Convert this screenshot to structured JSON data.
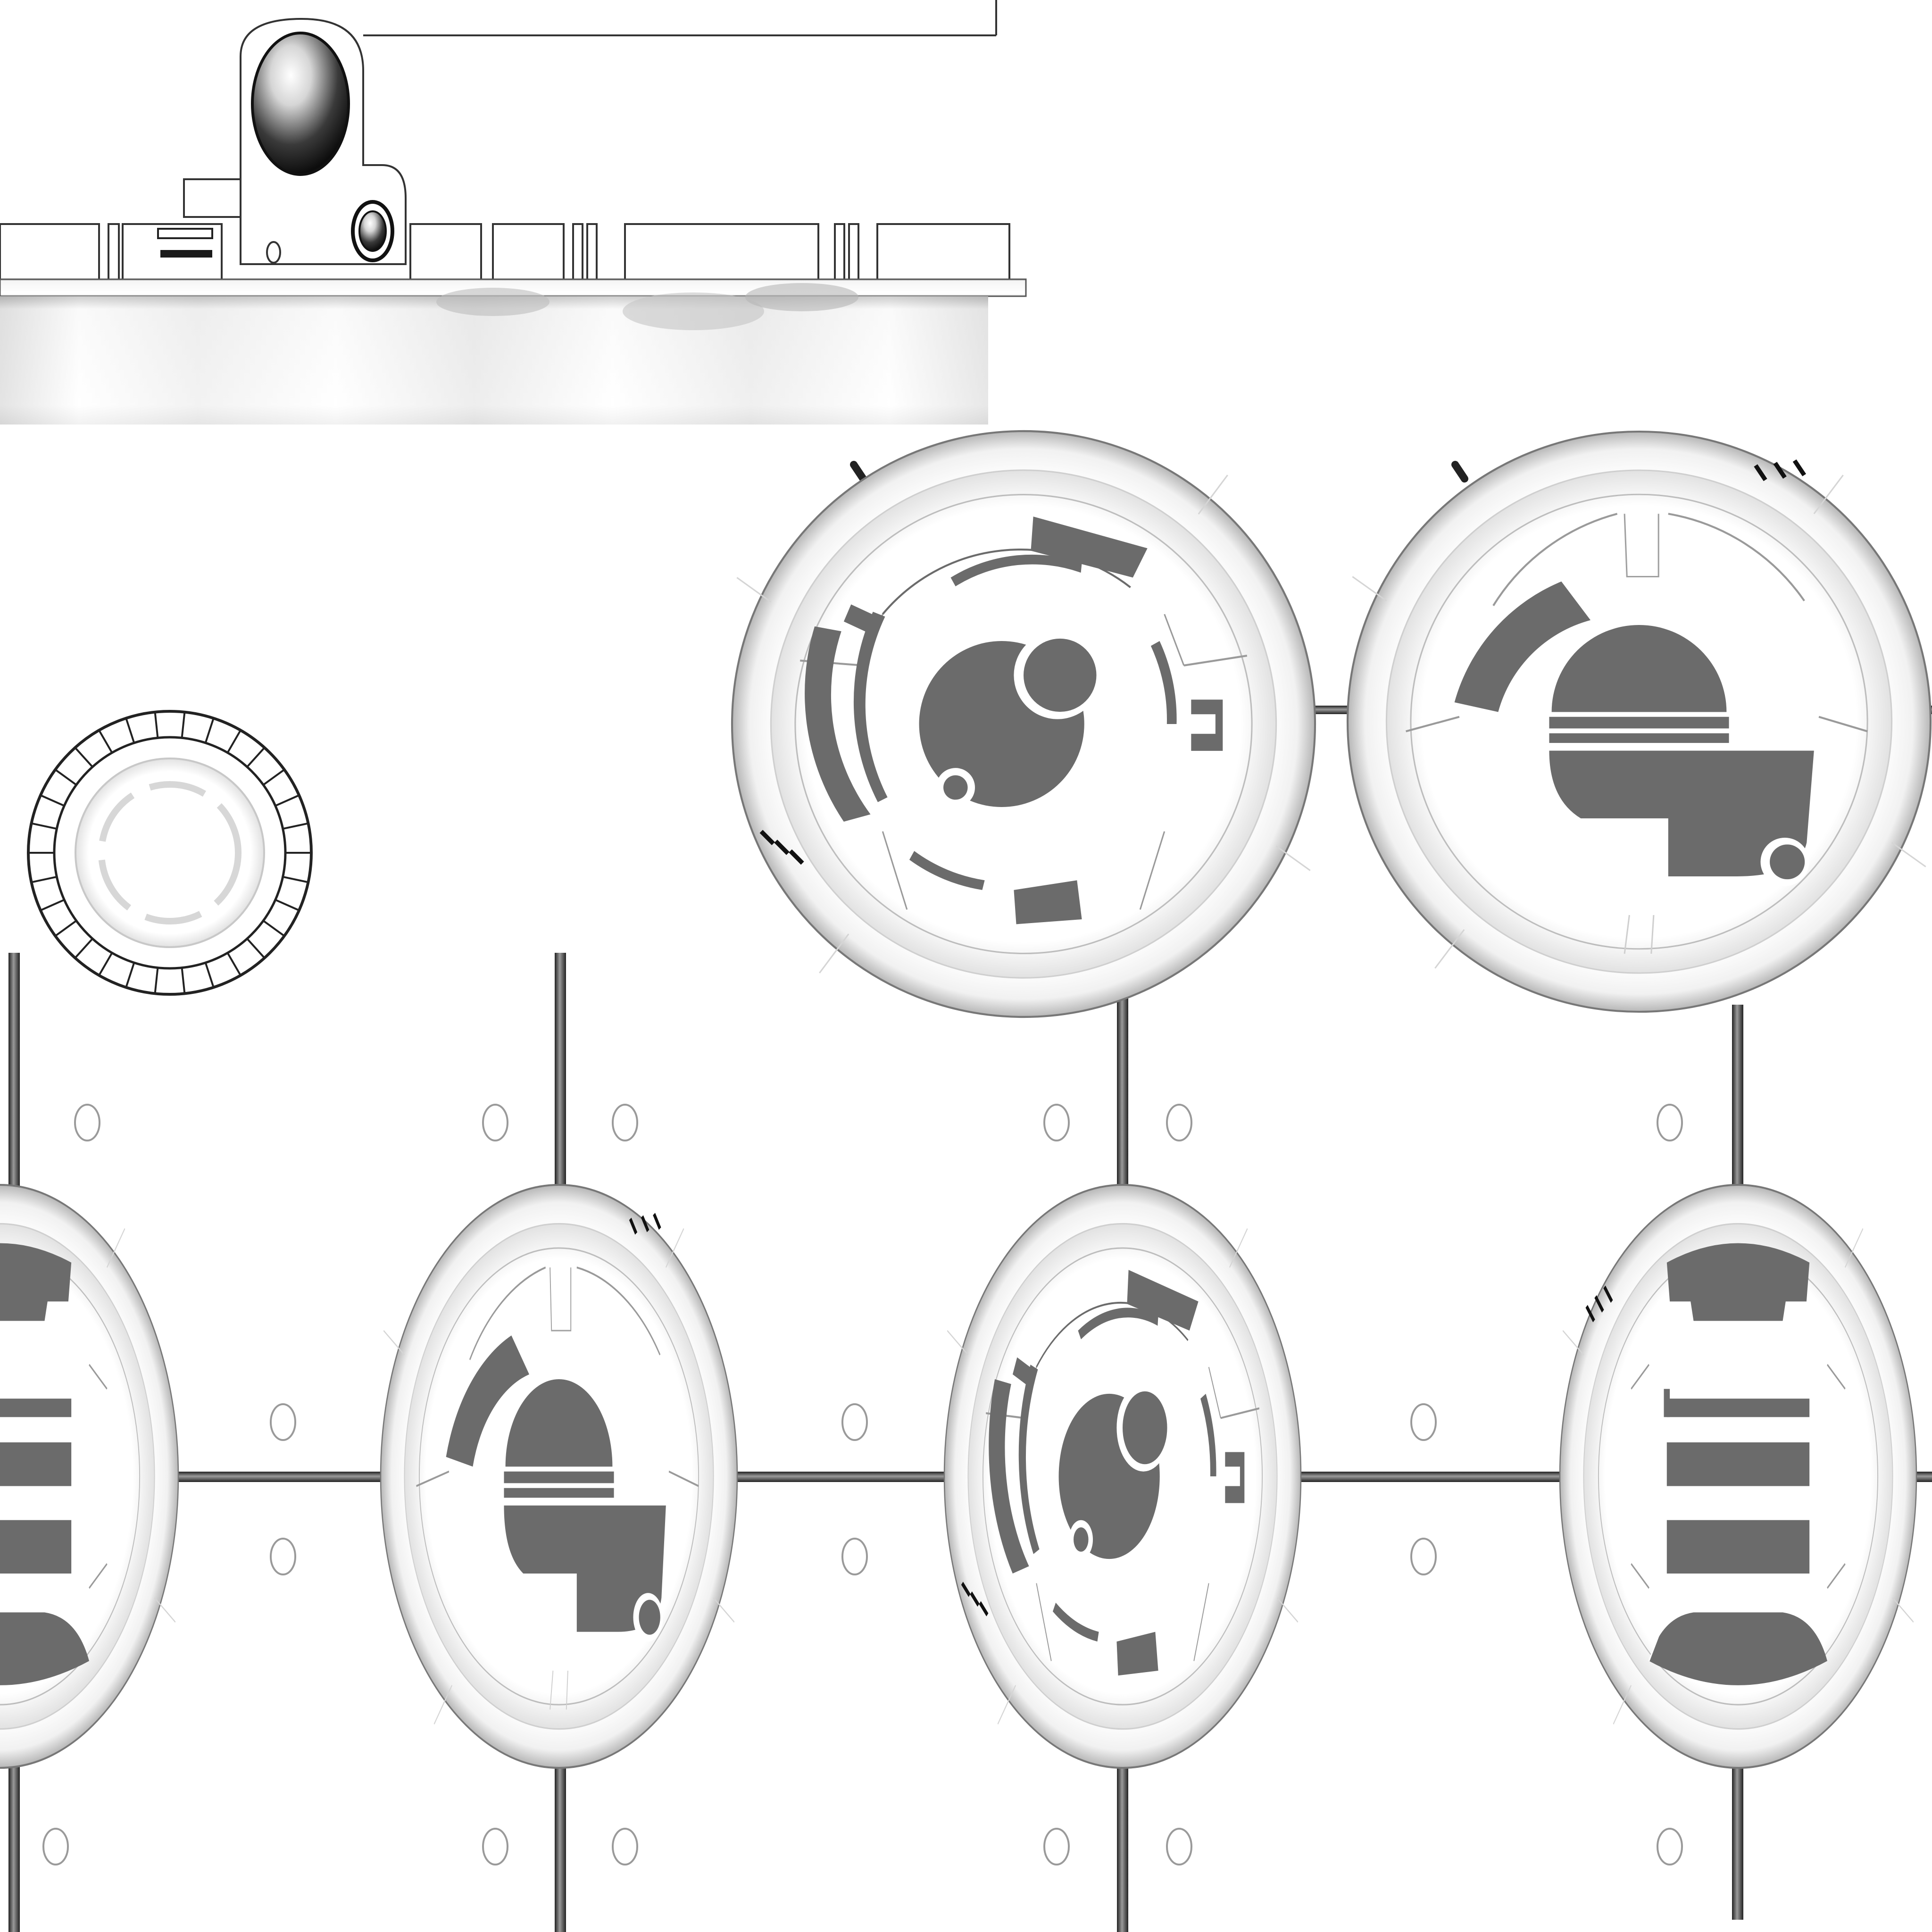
{
  "texture": {
    "background": "#ffffff",
    "outline": "#111111",
    "panel_fill": "#6b6b6b",
    "lens_dark": "#1c1c1c",
    "lens_light": "#f4f4f4",
    "rod": "#2a2a2a",
    "shade": "#c9c9c9"
  },
  "panels": [
    {
      "label_icon": "bb8-panel-type-a-icon",
      "style": "rings-and-lens",
      "shape": "circle",
      "row": "upper"
    },
    {
      "label_icon": "bb8-panel-type-b-icon",
      "style": "half-dome-and-hook",
      "shape": "circle",
      "row": "upper"
    },
    {
      "label_icon": "bb8-panel-type-c-icon",
      "style": "bars-and-caps",
      "shape": "oval",
      "row": "lower"
    },
    {
      "label_icon": "bb8-panel-type-b-icon",
      "style": "half-dome-and-hook",
      "shape": "oval",
      "row": "lower"
    },
    {
      "label_icon": "bb8-panel-type-a-icon",
      "style": "rings-and-lens",
      "shape": "oval",
      "row": "lower"
    },
    {
      "label_icon": "bb8-panel-type-c-icon",
      "style": "bars-and-caps",
      "shape": "oval",
      "row": "lower"
    }
  ],
  "head_strip": {
    "icon": "bb8-head-strip-icon",
    "eye_icon": "radar-eye-icon",
    "small_eye_icon": "holo-projector-icon"
  },
  "vent": {
    "icon": "vent-ring-icon",
    "segments": 30
  }
}
